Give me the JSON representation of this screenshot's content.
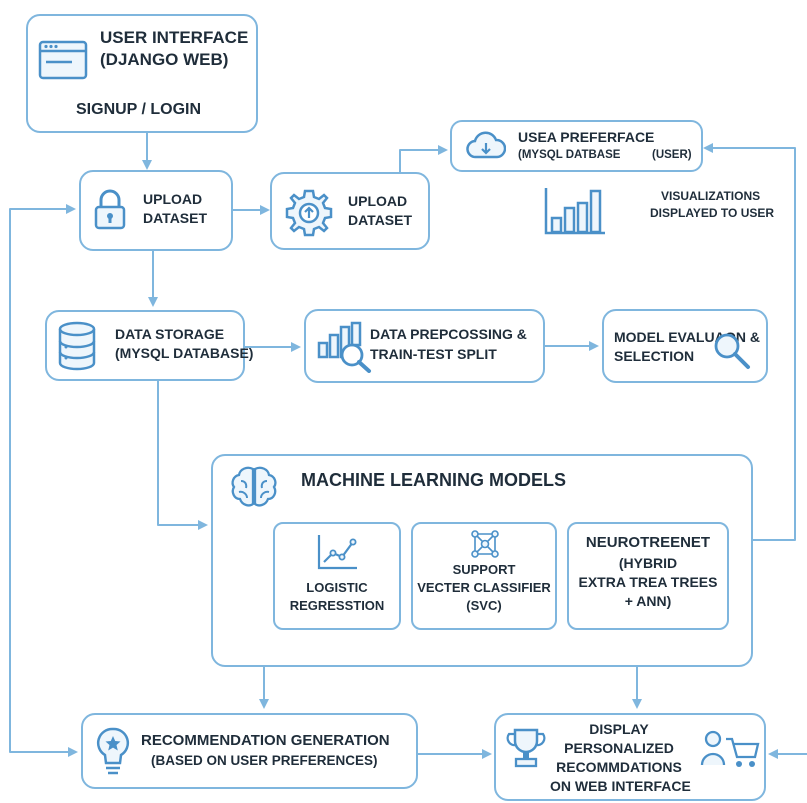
{
  "colors": {
    "line": "#7fb6de",
    "icon": "#4a90c8",
    "text": "#1f2d3a",
    "background": "#ffffff"
  },
  "nodes": {
    "user_interface": {
      "title_1": "USER INTERFACE",
      "title_2": "(DJANGO WEB)",
      "subtitle": "SIGNUP / LOGIN",
      "icon": "browser-window-icon"
    },
    "upload_dataset_1": {
      "line_1": "UPLOAD",
      "line_2": "DATASET",
      "icon": "padlock-icon"
    },
    "upload_dataset_2": {
      "line_1": "UPLOAD",
      "line_2": "DATASET",
      "icon": "gear-upload-icon"
    },
    "user_preference": {
      "line_1": "USEA PREFERFACE",
      "line_2": "(MYSQL DATBASE",
      "line_3": "(USER)",
      "icon": "cloud-download-icon"
    },
    "visualizations": {
      "line_1": "VISUALIZATIONS",
      "line_2": "DISPLAYED TO USER",
      "icon": "bar-chart-icon"
    },
    "data_storage": {
      "line_1": "DATA STORAGE",
      "line_2": "(MYSQL DATABASE)",
      "icon": "database-icon"
    },
    "preprocessing": {
      "line_1": "DATA PREPCOSSING &",
      "line_2": "TRAIN-TEST SPLIT",
      "icon": "chart-magnifier-icon"
    },
    "model_evaluation": {
      "line_1": "MODEL EVALUAΩN &",
      "line_2": "SELECTION",
      "icon": "magnifier-icon"
    },
    "ml_models": {
      "title": "MACHINE LEARNING MODELS",
      "icon": "brain-icon",
      "logistic": {
        "line_1": "LOGISTIC",
        "line_2": "REGRESSTION",
        "icon": "line-graph-icon"
      },
      "svc": {
        "line_1": "SUPPORT",
        "line_2": "VECTER CLASSIFIER",
        "line_3": "(SVC)",
        "icon": "network-node-icon"
      },
      "neurotreenet": {
        "line_1": "NEUROTREENET",
        "line_2": "(HYBRID",
        "line_3": "EXTRA TREA TREES",
        "line_4": "+ ANN)"
      }
    },
    "recommendation": {
      "line_1": "RECOMMENDATION GENERATION",
      "line_2": "(BASED ON USER PREFERENCES)",
      "icon": "lightbulb-icon"
    },
    "display": {
      "line_1": "DISPLAY",
      "line_2": "PERSONALIZED",
      "line_3": "RECOMMDATIONS",
      "line_4": "ON WEB INTERFACE",
      "icon": "trophy-icon",
      "icon_2": "user-cart-icon"
    }
  }
}
